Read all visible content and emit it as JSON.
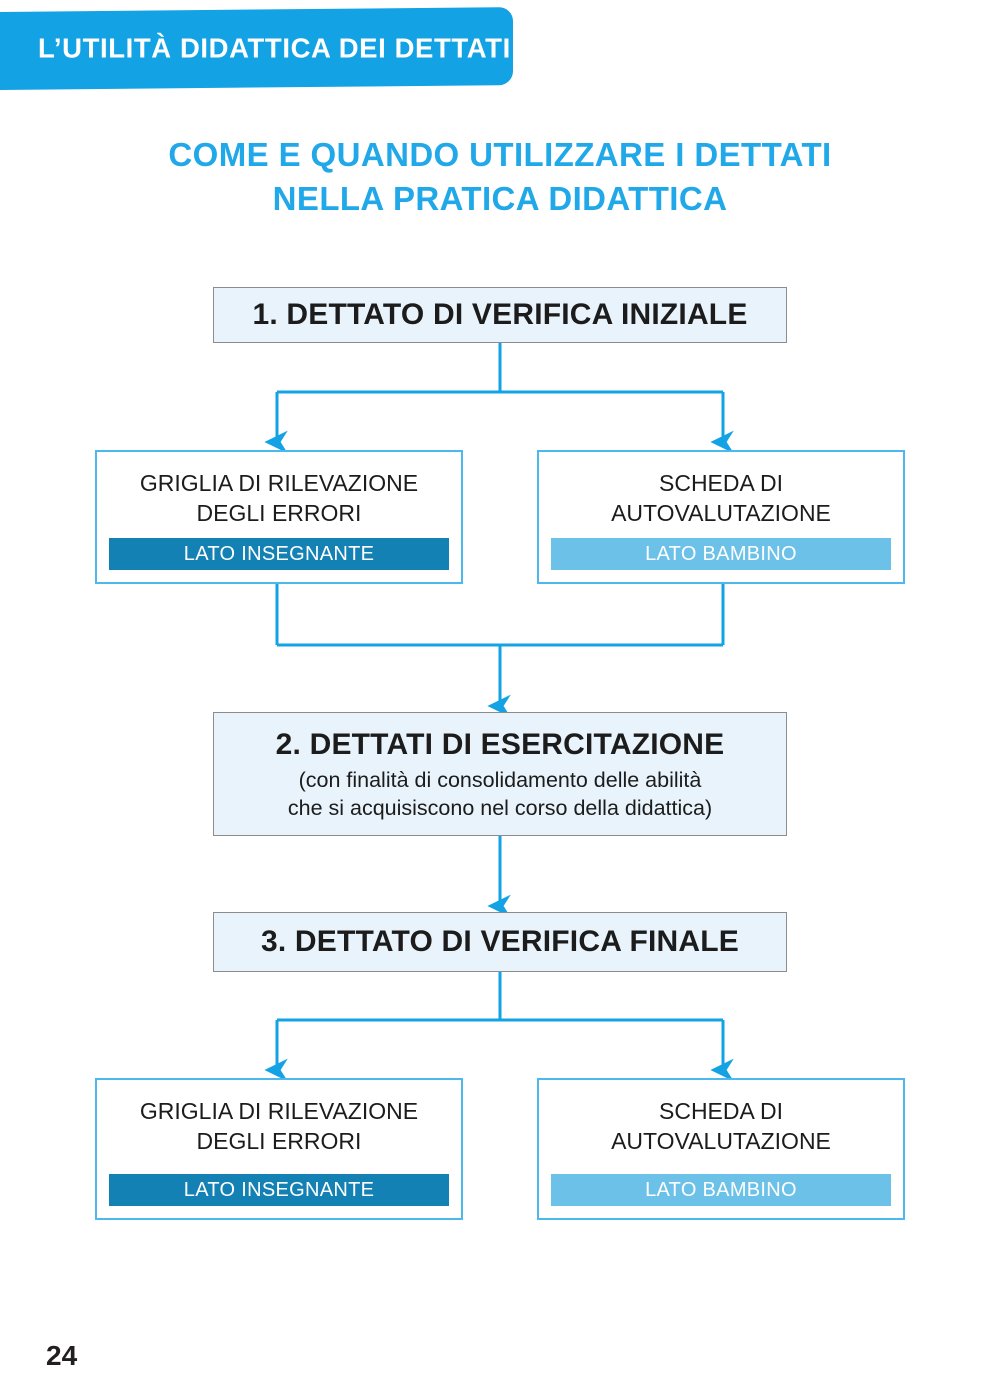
{
  "header": {
    "ribbon_label": "L’UTILITÀ DIDATTICA DEI DETTATI",
    "ribbon_color": "#13a3e5"
  },
  "title": {
    "line1": "COME E QUANDO UTILIZZARE I DETTATI",
    "line2": "NELLA PRATICA DIDATTICA",
    "color": "#20a8e8"
  },
  "diagram": {
    "type": "flowchart",
    "stages": [
      {
        "id": "stage-1",
        "title": "1. DETTATO DI VERIFICA INIZIALE",
        "subtitle": "",
        "fill": "#e8f3fb",
        "border": "#8c8c8c"
      },
      {
        "id": "stage-2",
        "title": "2. DETTATI DI ESERCITAZIONE",
        "subtitle": "(con finalità di consolidamento delle abilità che si acquisiscono nel corso della didattica)",
        "subtitle_line1": "(con finalità di consolidamento delle abilità",
        "subtitle_line2": "che si acquisiscono nel corso della didattica)",
        "fill": "#e8f3fb",
        "border": "#8c8c8c"
      },
      {
        "id": "stage-3",
        "title": "3. DETTATO DI VERIFICA FINALE",
        "subtitle": "",
        "fill": "#e8f3fb",
        "border": "#8c8c8c"
      }
    ],
    "tools": [
      {
        "id": "tool-1",
        "title_line1": "GRIGLIA DI RILEVAZIONE",
        "title_line2": "DEGLI ERRORI",
        "tag": "LATO INSEGNANTE",
        "tag_color": "#1381b4",
        "parent": "stage-1"
      },
      {
        "id": "tool-2",
        "title_line1": "SCHEDA DI",
        "title_line2": "AUTOVALUTAZIONE",
        "tag": "LATO BAMBINO",
        "tag_color": "#6cc1e8",
        "parent": "stage-1"
      },
      {
        "id": "tool-3",
        "title_line1": "GRIGLIA DI RILEVAZIONE",
        "title_line2": "DEGLI ERRORI",
        "tag": "LATO INSEGNANTE",
        "tag_color": "#1381b4",
        "parent": "stage-3"
      },
      {
        "id": "tool-4",
        "title_line1": "SCHEDA DI",
        "title_line2": "AUTOVALUTAZIONE",
        "tag": "LATO BAMBINO",
        "tag_color": "#6cc1e8",
        "parent": "stage-3"
      }
    ],
    "connector_color": "#13a3e5",
    "connectors": [
      {
        "name": "stage1-split-to-tools",
        "from": "stage-1",
        "to": [
          "tool-1",
          "tool-2"
        ]
      },
      {
        "name": "tools-merge-to-stage2",
        "from": [
          "tool-1",
          "tool-2"
        ],
        "to": "stage-2"
      },
      {
        "name": "stage2-to-stage3",
        "from": "stage-2",
        "to": "stage-3"
      },
      {
        "name": "stage3-split-to-tools",
        "from": "stage-3",
        "to": [
          "tool-3",
          "tool-4"
        ]
      }
    ]
  },
  "footer": {
    "page_number": "24"
  }
}
